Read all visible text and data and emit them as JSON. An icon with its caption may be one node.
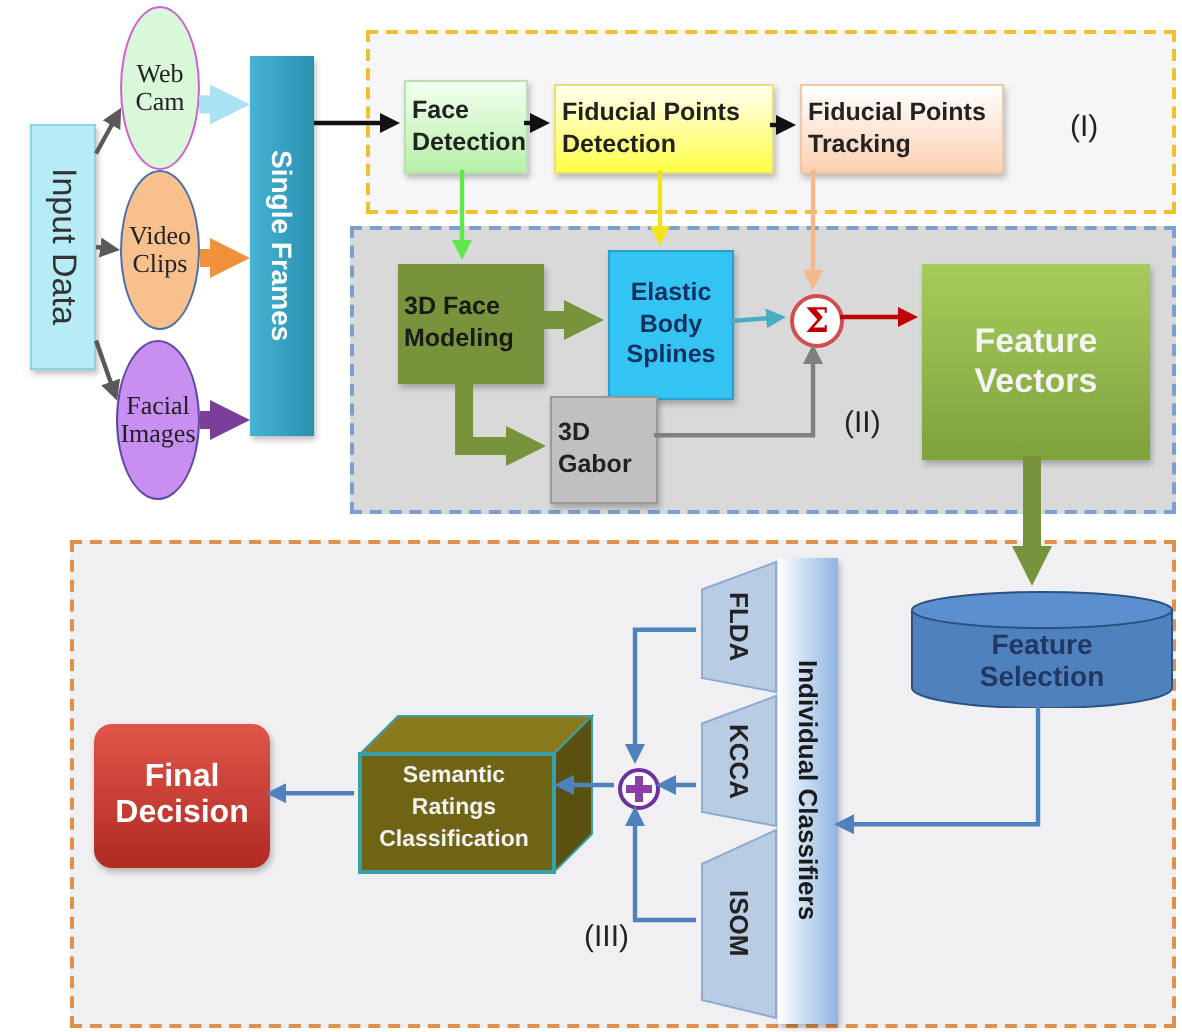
{
  "diagram": {
    "nodes": [
      {
        "text": [
          "(I)"
        ]
      },
      {
        "text": [
          "(II)"
        ]
      },
      {
        "text": [
          "(III)"
        ]
      },
      {
        "text": [
          "Input Data"
        ]
      },
      {
        "text": [
          "Web Cam"
        ]
      },
      {
        "text": [
          "Video Clips"
        ]
      },
      {
        "text": [
          "Facial Images"
        ]
      },
      {
        "text": [
          "Single Frames"
        ]
      },
      {
        "text": [
          "Face Detection"
        ],
        "in": 0
      },
      {
        "text": [
          "Fiducial Points Detection"
        ],
        "in": 0
      },
      {
        "text": [
          "Fiducial Points Tracking"
        ],
        "in": 0
      },
      {
        "text": [
          "3D Face Modeling"
        ],
        "in": 1
      },
      {
        "text": [
          "Elastic Body Splines"
        ],
        "in": 1
      },
      {
        "text": [
          "3D Gabor"
        ],
        "in": 1
      },
      {
        "text": [
          "Σ"
        ],
        "in": 1
      },
      {
        "text": [
          "Feature Vectors"
        ],
        "in": 1
      },
      {
        "text": [
          "Feature Selection"
        ],
        "in": 2
      },
      {
        "text": [
          "Individual Classifiers"
        ],
        "in": 2
      },
      {
        "text": [
          "FLDA"
        ],
        "in": 2
      },
      {
        "text": [
          "KCCA"
        ],
        "in": 2
      },
      {
        "text": [
          "ISOM"
        ],
        "in": 2
      },
      {
        "text": [],
        "shape": "circle",
        "in": 2
      },
      {
        "text": [
          "Semantic Ratings Classification"
        ],
        "in": 2
      },
      {
        "text": [
          "Final Decision"
        ],
        "in": 2
      }
    ],
    "edges": [
      {
        "from": 3,
        "to": 4,
        "arrow": "to",
        "color": "#595959"
      },
      {
        "from": 3,
        "to": 5,
        "arrow": "to",
        "color": "#595959"
      },
      {
        "from": 3,
        "to": 6,
        "arrow": "to",
        "color": "#595959"
      },
      {
        "from": 4,
        "to": 7,
        "arrow": "to",
        "style": "thick",
        "color": "#a9e2f3"
      },
      {
        "from": 5,
        "to": 7,
        "arrow": "to",
        "style": "thick",
        "color": "#f0923c"
      },
      {
        "from": 6,
        "to": 7,
        "arrow": "to",
        "style": "thick",
        "color": "#7a3f9a"
      },
      {
        "from": 7,
        "to": 8,
        "arrow": "to",
        "color": "#111111"
      },
      {
        "from": 8,
        "to": 9,
        "arrow": "to",
        "color": "#111111"
      },
      {
        "from": 9,
        "to": 10,
        "arrow": "to",
        "color": "#111111"
      },
      {
        "from": 8,
        "to": 11,
        "arrow": "to",
        "color": "#5ee84a"
      },
      {
        "from": 9,
        "to": 12,
        "arrow": "to",
        "color": "#f2e21c"
      },
      {
        "from": 10,
        "to": 14,
        "arrow": "to",
        "color": "#f5b88a"
      },
      {
        "from": 11,
        "to": 12,
        "arrow": "to",
        "style": "thick",
        "color": "#77933c"
      },
      {
        "from": 11,
        "to": 13,
        "arrow": "to",
        "style": "thick",
        "color": "#77933c"
      },
      {
        "from": 12,
        "to": 14,
        "arrow": "to",
        "color": "#4bacc6"
      },
      {
        "from": 13,
        "to": 14,
        "arrow": "to",
        "color": "#808080"
      },
      {
        "from": 14,
        "to": 15,
        "arrow": "to",
        "color": "#c00000"
      },
      {
        "from": 15,
        "to": 16,
        "arrow": "to",
        "style": "thick",
        "color": "#77933c"
      },
      {
        "from": 16,
        "to": 17,
        "arrow": "to"
      },
      {
        "from": 18,
        "to": 21,
        "arrow": "to"
      },
      {
        "from": 19,
        "to": 21,
        "arrow": "to"
      },
      {
        "from": 20,
        "to": 21,
        "arrow": "to"
      },
      {
        "from": 21,
        "to": 22,
        "arrow": "to"
      },
      {
        "from": 22,
        "to": 23,
        "arrow": "to"
      }
    ]
  }
}
